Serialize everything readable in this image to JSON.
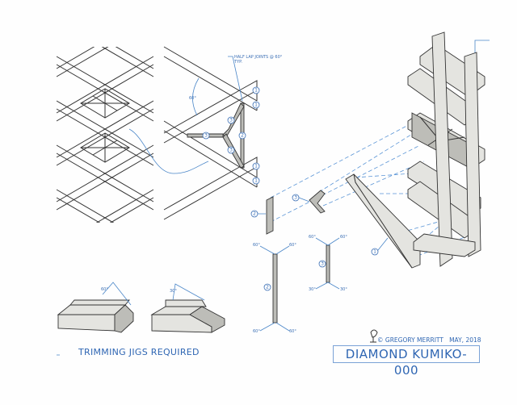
{
  "detail": {
    "note_line1": "HALF LAP JOINTS @ 60°",
    "note_line2": "TYP.",
    "angle": "60°",
    "callouts": [
      "1",
      "1",
      "1",
      "1",
      "3",
      "3",
      "3",
      "2"
    ]
  },
  "exploded": {
    "callout_plank": "2",
    "callout_tripod": "3",
    "callout_rail": "1"
  },
  "part2": {
    "callout": "2",
    "angles": [
      "60°",
      "60°",
      "60°",
      "60°"
    ]
  },
  "part3": {
    "callout": "3",
    "angles": [
      "60°",
      "60°",
      "30°",
      "30°"
    ]
  },
  "jigs": {
    "angle_left": "60°",
    "angle_right": "30°",
    "title": "TRIMMING JIGS REQUIRED"
  },
  "footer": {
    "copyright": "© GREGORY MERRITT   MAY, 2018",
    "title": "DIAMOND KUMIKO-000"
  },
  "colors": {
    "ink": "#333333",
    "annotation": "#2f66b3"
  }
}
